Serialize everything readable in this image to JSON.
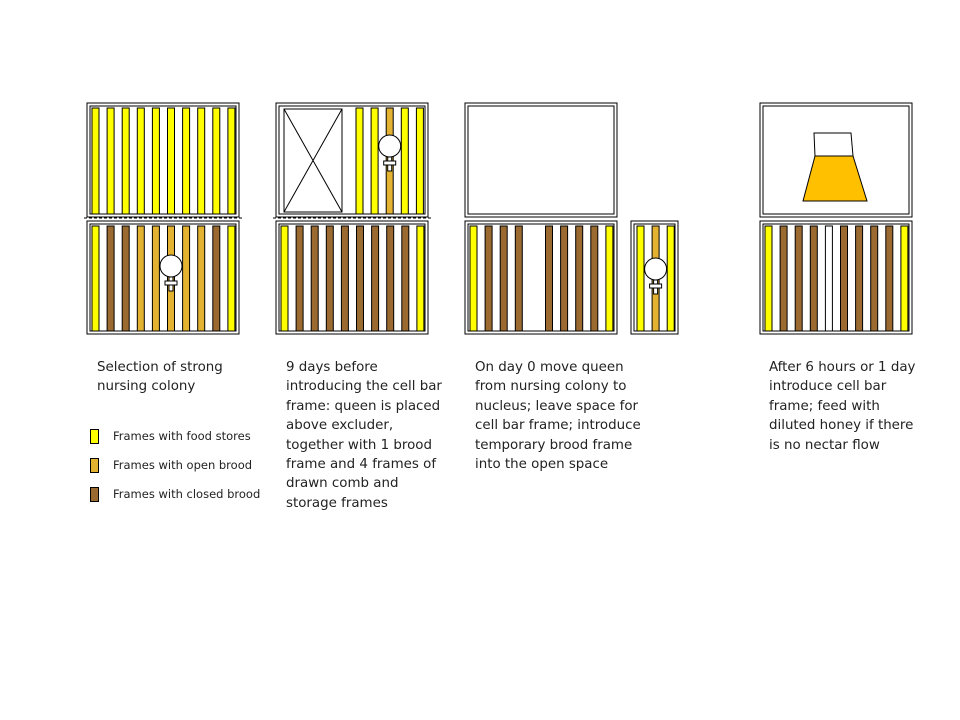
{
  "colors": {
    "food": "#ffff00",
    "open": "#e3b230",
    "closed": "#9a6a30",
    "empty": "#ffffff",
    "feeder_liquid": "#ffc000",
    "outline": "#000000"
  },
  "steps": [
    {
      "caption": "Selection of strong nursing colony",
      "upper_box": {
        "content": "frames",
        "frames": [
          "food",
          "food",
          "food",
          "food",
          "food",
          "food",
          "food",
          "food",
          "food",
          "food"
        ],
        "queen_at": null
      },
      "excluder": true,
      "lower_box": {
        "frames": [
          "food",
          "closed",
          "closed",
          "open",
          "open",
          "open",
          "open",
          "open",
          "closed",
          "food"
        ],
        "queen_at": 5
      },
      "nucleus": null
    },
    {
      "caption": "9 days before introducing the cell bar frame: queen is placed above excluder, together with 1 brood frame and 4 frames of drawn comb and storage frames",
      "upper_box": {
        "content": "crossed-space-and-frames",
        "frames": [
          "food",
          "food",
          "open",
          "food",
          "food"
        ],
        "queen_at": 2
      },
      "excluder": true,
      "lower_box": {
        "frames": [
          "food",
          "closed",
          "closed",
          "closed",
          "closed",
          "closed",
          "closed",
          "closed",
          "closed",
          "food"
        ],
        "queen_at": null
      },
      "nucleus": null
    },
    {
      "caption": "On day 0 move queen from nursing colony to nucleus; leave space for cell bar frame; introduce temporary brood frame into the open space",
      "upper_box": {
        "content": "empty"
      },
      "excluder": false,
      "lower_box": {
        "frames": [
          "food",
          "closed",
          "closed",
          "closed",
          "gap",
          "closed",
          "closed",
          "closed",
          "closed",
          "food"
        ],
        "queen_at": null
      },
      "nucleus": {
        "frames": [
          "food",
          "open",
          "food"
        ],
        "queen_at": 1
      }
    },
    {
      "caption": "After 6 hours or 1 day introduce cell bar frame; feed with diluted honey if there is no nectar flow",
      "upper_box": {
        "content": "feeder"
      },
      "excluder": false,
      "lower_box": {
        "frames": [
          "food",
          "closed",
          "closed",
          "closed",
          "empty",
          "closed",
          "closed",
          "closed",
          "closed",
          "food"
        ],
        "queen_at": null
      },
      "nucleus": null
    }
  ],
  "legend": [
    {
      "label": "Frames with food stores",
      "type": "food"
    },
    {
      "label": "Frames with open brood",
      "type": "open"
    },
    {
      "label": "Frames with closed brood",
      "type": "closed"
    }
  ]
}
